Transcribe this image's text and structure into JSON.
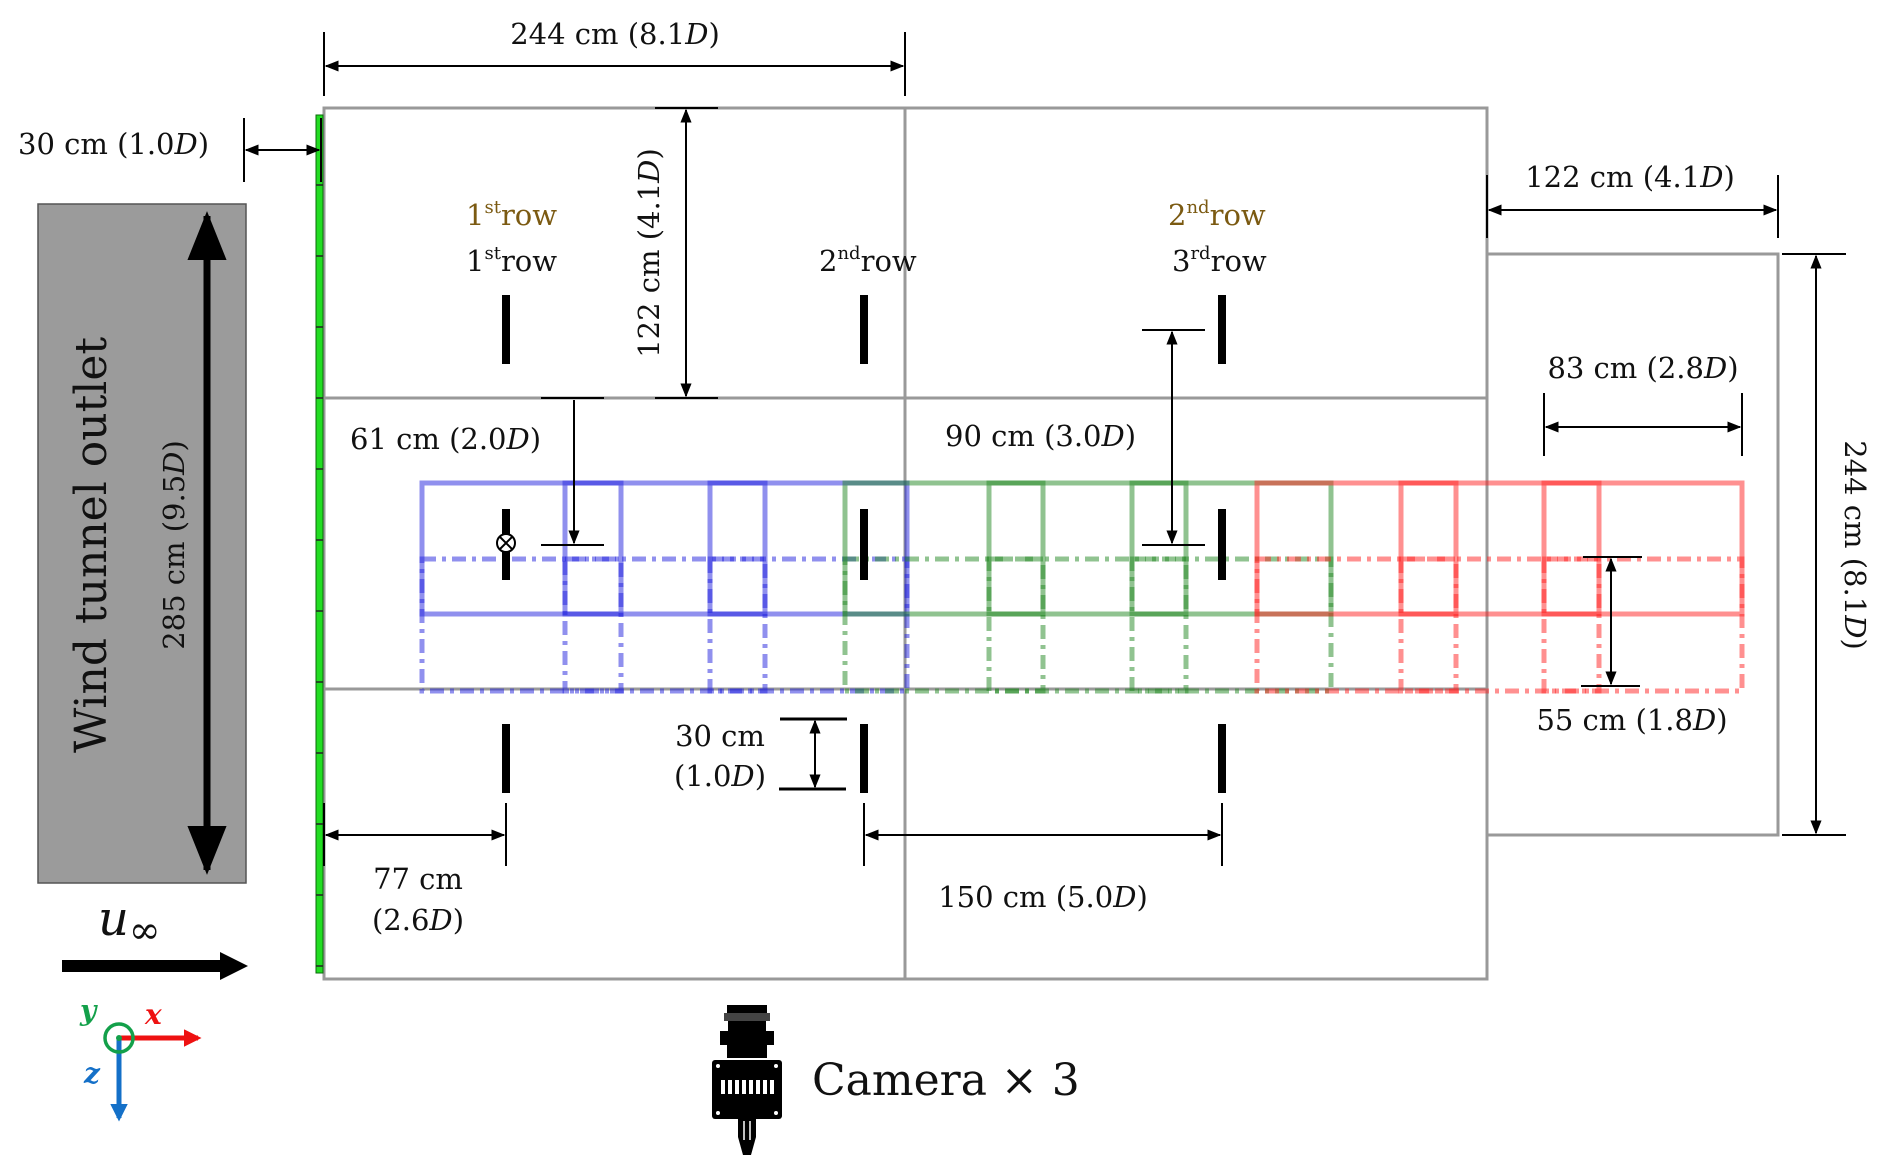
{
  "figure": {
    "wind_tunnel_label": "Wind tunnel outlet",
    "outlet_height": "285 cm  (9.5",
    "flow_symbol": "u",
    "flow_subscript": "∞",
    "camera_label": "Camera × 3",
    "axes": {
      "x": "x",
      "y": "y",
      "z": "z",
      "x_color": "#ee1111",
      "y_color": "#13a04a",
      "z_color": "#1470c8"
    },
    "colors": {
      "brown": "#7b5a12",
      "blue": "#2222dd",
      "green": "#228822",
      "red": "#ff2222",
      "strip": "#22dd22",
      "outlet": "#9b9b9b"
    }
  },
  "rows": {
    "fov_1": {
      "num": "1",
      "sup": "st",
      "word": "row"
    },
    "fov_2": {
      "num": "2",
      "sup": "nd",
      "word": "row"
    },
    "turb_1": {
      "num": "1",
      "sup": "st",
      "word": "row"
    },
    "turb_2": {
      "num": "2",
      "sup": "nd",
      "word": "row"
    },
    "turb_3": {
      "num": "3",
      "sup": "rd",
      "word": "row"
    }
  },
  "dimensions": {
    "top_width": {
      "cm": "244 cm  (8.1",
      "unit": "D",
      "close": ")"
    },
    "inlet_gap": {
      "cm": "30 cm  (1.0",
      "unit": "D",
      "close": ")"
    },
    "top_height": {
      "cm": "122 cm  (4.1",
      "unit": "D",
      "close": ")"
    },
    "lateral_spacing": {
      "cm": "61 cm  (2.0",
      "unit": "D",
      "close": ")"
    },
    "fov_offset": {
      "cm": "90 cm  (3.0",
      "unit": "D",
      "close": ")"
    },
    "right_ext_width": {
      "cm": "122 cm  (4.1",
      "unit": "D",
      "close": ")"
    },
    "fov_width": {
      "cm": "83 cm  (2.8",
      "unit": "D",
      "close": ")"
    },
    "right_height": {
      "cm": "244 cm  (8.1",
      "unit": "D",
      "close": ")"
    },
    "fov_height": {
      "cm": "55 cm  (1.8",
      "unit": "D",
      "close": ")"
    },
    "rotor_diameter": {
      "cm": "30 cm",
      "d": "(1.0",
      "unit": "D",
      "close": ")"
    },
    "first_row_x": {
      "cm": "77 cm",
      "d": "(2.6",
      "unit": "D",
      "close": ")"
    },
    "streamwise_spacing": {
      "cm": "150 cm  (5.0",
      "unit": "D",
      "close": ")"
    }
  }
}
